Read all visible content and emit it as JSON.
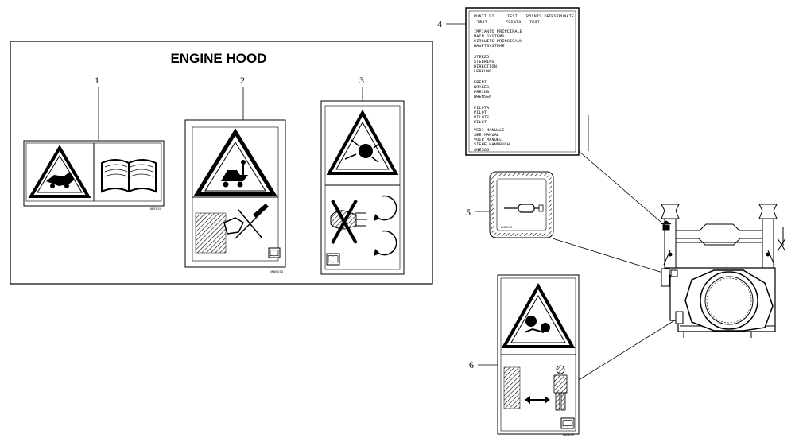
{
  "engine_hood_panel": {
    "title": "ENGINE HOOD",
    "callouts": [
      "1",
      "2",
      "3"
    ],
    "decal_codes": {
      "decal_1": "8NE531",
      "decal_2": "NFN0473"
    }
  },
  "side_callouts": [
    "4",
    "5",
    "6"
  ],
  "decal_4": {
    "header_row1": [
      "PUNTI DI",
      "TEST",
      "POINTS DE",
      "TESTPUNKTE"
    ],
    "header_row2": [
      "TEST",
      "POINTS",
      "TEST"
    ],
    "group_a": [
      "IMPIANTO PRINCIPALE",
      "MAIN SYSTEMS",
      "CIRCUITS PRINCIPAUX",
      "HAUPTSYSTEME"
    ],
    "group_b": [
      "STERZO",
      "STEERING",
      "DIRECTION",
      "LENKUNG"
    ],
    "group_c": [
      "FRENI",
      "BRAKES",
      "FREINS",
      "BREMSEN"
    ],
    "group_d": [
      "PILOTA",
      "PILOT",
      "PILOTE",
      "PILOT"
    ],
    "group_e": [
      "VEDI MANUALE",
      "SEE MANUAL",
      "VOIR MANUEL",
      "SIEHE HANDBUCH"
    ],
    "code": "8NE566"
  },
  "decal_5": {
    "code": "8NE545"
  },
  "decal_6": {
    "code": "8NE563"
  },
  "icons": [
    "warning-triangle-icon",
    "read-manual-icon",
    "crush-hazard-icon",
    "rotating-fan-hazard-icon",
    "no-hands-icon",
    "battery-icon",
    "keep-clear-person-icon"
  ]
}
